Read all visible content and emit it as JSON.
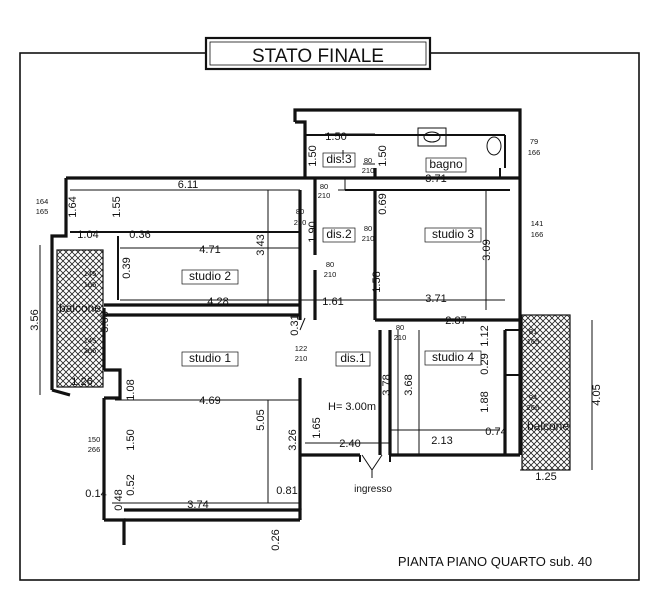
{
  "title": "STATO FINALE",
  "footer": "PIANTA PIANO QUARTO sub. 40",
  "height_note": "H= 3.00m",
  "entrance": "ingresso",
  "rooms": {
    "studio1": "studio 1",
    "studio2": "studio 2",
    "studio3": "studio 3",
    "studio4": "studio 4",
    "dis1": "dis.1",
    "dis2": "dis.2",
    "dis3": "dis.3",
    "bagno": "bagno",
    "balcone_left": "balcone",
    "balcone_right": "balcone"
  },
  "dimensions": {
    "d611": "6.11",
    "d164": "1.64",
    "d155": "1.55",
    "d104": "1.04",
    "d036": "0.36",
    "d471": "4.71",
    "d343": "3.43",
    "d039": "0.39",
    "d428": "4.28",
    "d161": "1.61",
    "d356": "3.56",
    "d363": "3.63",
    "d126": "1.26",
    "d108": "1.08",
    "d469": "4.69",
    "d505": "5.05",
    "d150": "1.50",
    "d052": "0.52",
    "d014": "0.14",
    "d048": "0.48",
    "d374": "3.74",
    "d081": "0.81",
    "d026": "0.26",
    "d326": "3.26",
    "d165": "1.65",
    "d240": "2.40",
    "d031": "0.31",
    "d190": "1.90",
    "d150b": "1.50",
    "d150c": "1.50",
    "d371a": "3.71",
    "d069": "0.69",
    "d158": "1.58",
    "d371b": "3.71",
    "d309": "3.09",
    "d287": "2.87",
    "d112": "1.12",
    "d029": "0.29",
    "d378": "3.78",
    "d368": "3.68",
    "d188": "1.88",
    "d213": "2.13",
    "d074": "0.74",
    "d405": "4.05",
    "d125": "1.25"
  },
  "openings": {
    "w164": "164",
    "w165": "165",
    "w79": "79",
    "w166a": "166",
    "w141": "141",
    "w166b": "166",
    "w81": "81",
    "w165b": "165",
    "w94": "94",
    "w266a": "266",
    "w150": "150",
    "w266b": "266",
    "w145a": "145",
    "w165c": "165",
    "w145b": "145",
    "w266c": "266",
    "p80a": "80",
    "p210a": "210",
    "p80b": "80",
    "p210b": "210",
    "p80c": "80",
    "p210c": "210",
    "p80d": "80",
    "p210d": "210",
    "p80e": "80",
    "p210e": "210",
    "p80f": "80",
    "p210f": "210",
    "p122": "122",
    "p210g": "210"
  }
}
